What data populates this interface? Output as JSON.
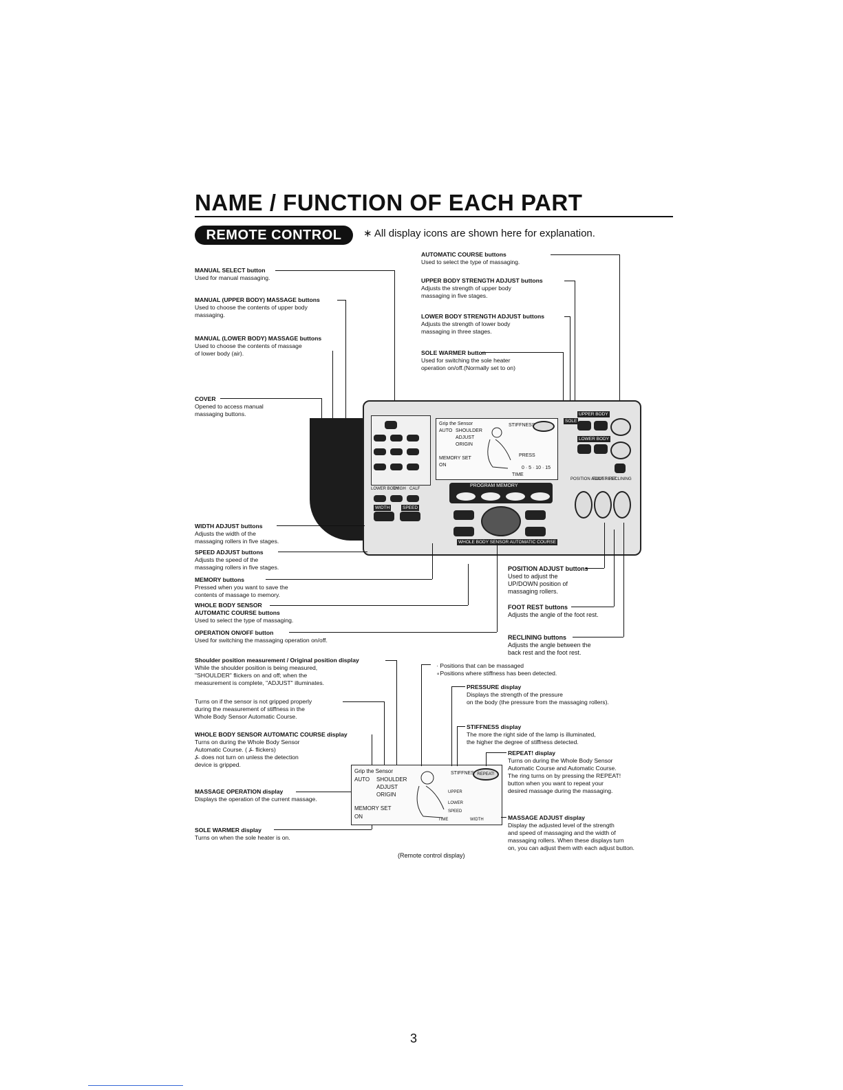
{
  "title": "NAME / FUNCTION OF EACH PART",
  "section": "REMOTE CONTROL",
  "note": "∗ All display icons are shown here for explanation.",
  "labels": {
    "manual_select": {
      "name": "MANUAL SELECT button",
      "desc": "Used for manual massaging."
    },
    "manual_upper": {
      "name": "MANUAL (UPPER BODY) MASSAGE buttons",
      "desc1": "Used to choose the contents of upper body",
      "desc2": "massaging."
    },
    "manual_lower": {
      "name": "MANUAL (LOWER BODY) MASSAGE buttons",
      "desc1": "Used to choose the contents of massage",
      "desc2": "of lower body (air)."
    },
    "cover": {
      "name": "COVER",
      "desc1": "Opened to access manual",
      "desc2": "massaging buttons."
    },
    "auto_course": {
      "name": "AUTOMATIC COURSE buttons",
      "desc": "Used to select the type of massaging."
    },
    "upper_strength": {
      "name": "UPPER BODY STRENGTH ADJUST buttons",
      "desc1": "Adjusts the strength of upper body",
      "desc2": "massaging in five stages."
    },
    "lower_strength": {
      "name": "LOWER BODY STRENGTH ADJUST buttons",
      "desc1": "Adjusts the strength of lower body",
      "desc2": "massaging in three stages."
    },
    "sole_warmer": {
      "name": "SOLE WARMER button",
      "desc1": "Used for switching the sole heater",
      "desc2": "operation on/off.(Normally set to on)"
    },
    "width_adjust": {
      "name": "WIDTH ADJUST buttons",
      "desc1": "Adjusts the width of the",
      "desc2": "massaging rollers in five stages."
    },
    "speed_adjust": {
      "name": "SPEED ADJUST buttons",
      "desc1": "Adjusts the speed of the",
      "desc2": "massaging rollers in five stages."
    },
    "memory": {
      "name": "MEMORY buttons",
      "desc1": "Pressed when you want to save the",
      "desc2": "contents of massage to memory."
    },
    "whole_body": {
      "name1": "WHOLE BODY SENSOR",
      "name2": "AUTOMATIC COURSE buttons",
      "desc": "Used to select the type of massaging."
    },
    "operation": {
      "name": "OPERATION ON/OFF button",
      "desc": "Used for switching the massaging operation on/off."
    },
    "position": {
      "name": "POSITION ADJUST buttons",
      "desc1": "Used to adjust the",
      "desc2": "UP/DOWN position of",
      "desc3": "massaging rollers."
    },
    "foot_rest": {
      "name": "FOOT REST buttons",
      "desc": "Adjusts the angle of the foot rest."
    },
    "reclining": {
      "name": "RECLINING buttons",
      "desc1": "Adjusts the angle between the",
      "desc2": "back rest and the foot rest."
    },
    "shoulder": {
      "name": "Shoulder position measurement / Original position display",
      "desc1": "While the shoulder position is being measured,",
      "desc2": "\"SHOULDER\" flickers on and off; when the",
      "desc3": "measurement is complete, \"ADJUST\" illuminates."
    },
    "grip": {
      "desc1": "Turns on if the sensor is not gripped properly",
      "desc2": "during the measurement of stiffness in the",
      "desc3": "Whole Body Sensor Automatic Course."
    },
    "wbs_display": {
      "name": "WHOLE BODY SENSOR AUTOMATIC COURSE display",
      "desc1": "Turns on during the Whole Body Sensor",
      "desc2": "Automatic Course. ( ⍼ flickers)",
      "desc3": "⍼ does not turn on unless the detection",
      "desc4": "device is gripped."
    },
    "massage_op": {
      "name": "MASSAGE OPERATION display",
      "desc": "Displays the operation of the current massage."
    },
    "sole_display": {
      "name": "SOLE WARMER display",
      "desc": "Turns on when the sole heater is on."
    },
    "positions": {
      "line1": "· Positions that can be massaged",
      "line2": "∘Positions where stiffness has been detected."
    },
    "pressure": {
      "name": "PRESSURE display",
      "desc1": "Displays the strength of the pressure",
      "desc2": "on the body (the pressure from the massaging rollers)."
    },
    "stiffness": {
      "name": "STIFFNESS display",
      "desc1": "The more the right side of the lamp is illuminated,",
      "desc2": "the higher the degree of stiffness detected."
    },
    "repeat": {
      "name": "REPEAT! display",
      "desc1": "Turns on during the Whole Body Sensor",
      "desc2": "Automatic Course and Automatic Course.",
      "desc3": "The ring turns on by pressing the REPEAT!",
      "desc4": "button when you want to repeat your",
      "desc5": "desired massage during the massaging."
    },
    "massage_adjust": {
      "name": "MASSAGE ADJUST display",
      "desc1": "Display the adjusted level of the strength",
      "desc2": "and speed of massaging and the width of",
      "desc3": "massaging rollers. When these displays turn",
      "desc4": "on, you can adjust them with each adjust button."
    }
  },
  "panel": {
    "program_memory": "PROGRAM MEMORY",
    "upper_body": "UPPER BODY",
    "lower_body": "LOWER BODY",
    "position_adjust": "POSITION ADJUST",
    "foot_rest": "FOOT REST",
    "reclining": "RECLINING",
    "whole_body_sensor": "WHOLE BODY SENSOR AUTOMATIC COURSE",
    "lower_body_tab": "LOWER BODY",
    "thigh": "THIGH",
    "calf": "CALF",
    "width": "WIDTH",
    "speed": "SPEED",
    "sole": "SOLE"
  },
  "lcd": {
    "grip": "Grip the Sensor",
    "auto": "AUTO",
    "shoulder": "SHOULDER",
    "adjust": "ADJUST",
    "origin": "ORIGIN",
    "memory_set": "MEMORY SET",
    "on": "ON",
    "stiffness": "STIFFNESS",
    "repeat": "REPEAT!",
    "pressure": "PRESS",
    "upper": "UPPER",
    "lower": "LOWER",
    "speed": "SPEED",
    "width": "WIDTH",
    "time": "TIME",
    "scale": "0 · 5 · 10 · 15"
  },
  "caption": "(Remote control display)",
  "page_number": "3"
}
